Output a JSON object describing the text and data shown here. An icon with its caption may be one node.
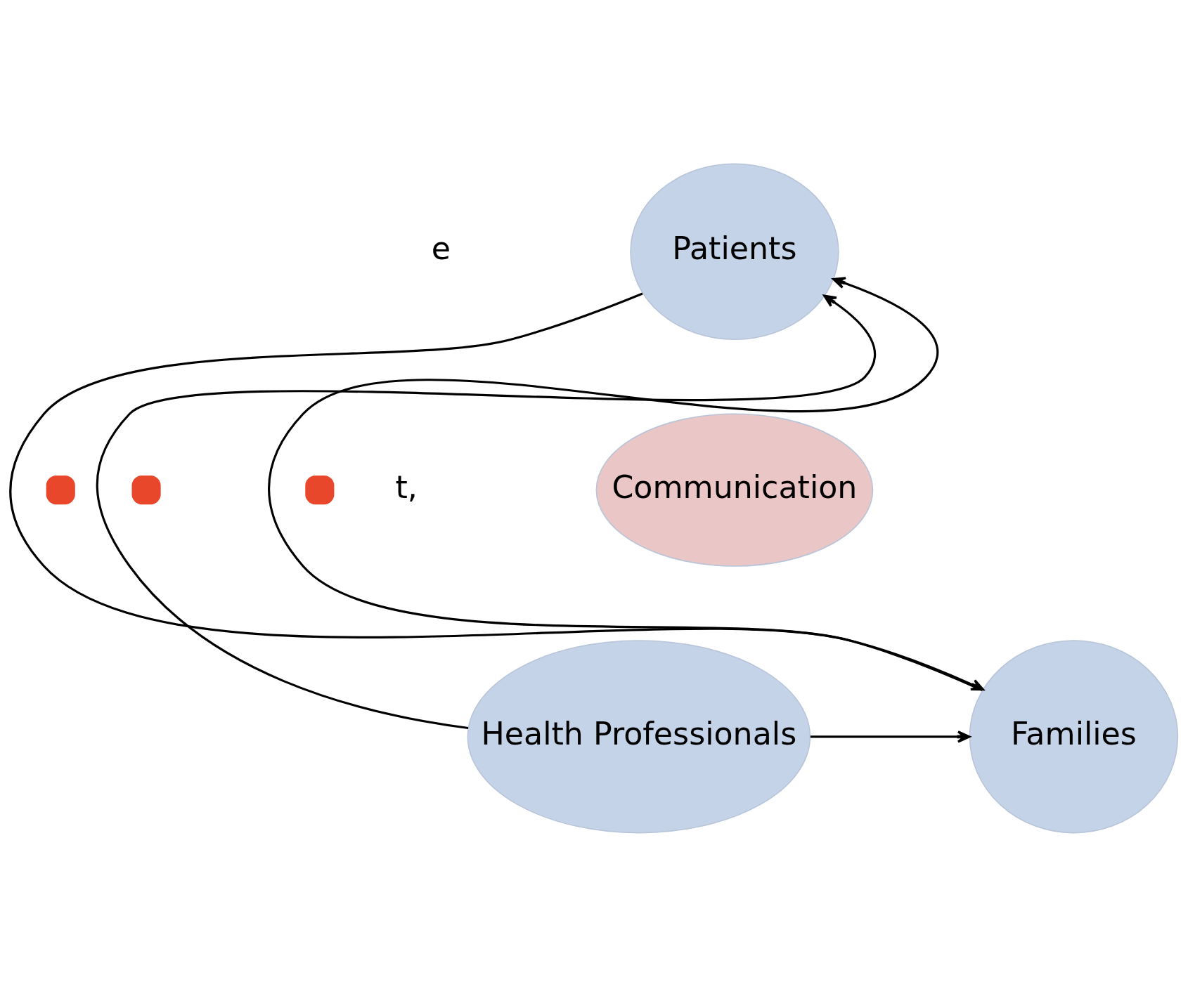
{
  "diagram": {
    "nodes": [
      {
        "text": [
          "Patients"
        ]
      },
      {
        "text": [
          "Communication"
        ]
      },
      {
        "text": [
          "Health Professionals"
        ]
      },
      {
        "text": [
          "Families"
        ]
      }
    ],
    "edges": [
      {
        "from": 2,
        "to": 0,
        "arrow": "to"
      },
      {
        "from": 0,
        "to": 3,
        "arrow": "to"
      },
      {
        "from": 3,
        "to": 0,
        "arrow": "to"
      },
      {
        "from": 2,
        "to": 3,
        "arrow": "to"
      }
    ],
    "labels": [
      "e",
      "t,"
    ]
  }
}
